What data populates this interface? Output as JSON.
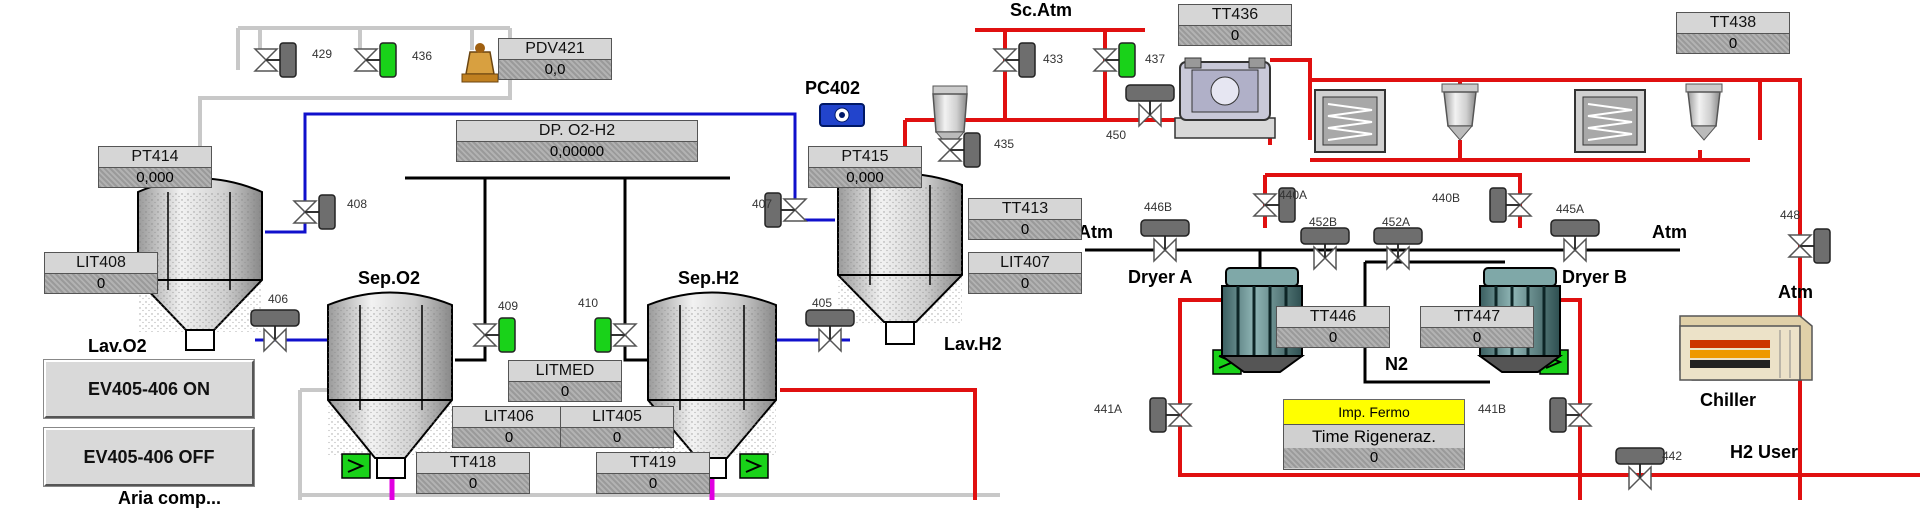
{
  "labels": {
    "sc_atm": "Sc.Atm",
    "pc402": "PC402",
    "sep_o2": "Sep.O2",
    "sep_h2": "Sep.H2",
    "lav_o2": "Lav.O2",
    "lav_h2": "Lav.H2",
    "atm_left": "Atm",
    "atm_right": "Atm",
    "atm_far": "Atm",
    "dryer_a": "Dryer A",
    "dryer_b": "Dryer B",
    "n2": "N2",
    "chiller": "Chiller",
    "h2_user": "H2 User",
    "air_partial": "Aria comp..."
  },
  "valves": {
    "v429": "429",
    "v436": "436",
    "v433": "433",
    "v437": "437",
    "v450": "450",
    "v435": "435",
    "v408": "408",
    "v407": "407",
    "v406": "406",
    "v405": "405",
    "v409": "409",
    "v410": "410",
    "v446b": "446B",
    "v445a": "445A",
    "v452b": "452B",
    "v452a": "452A",
    "v440a": "440A",
    "v440b": "440B",
    "v448": "448",
    "v441a": "441A",
    "v441b": "441B",
    "v442": "442"
  },
  "displays": {
    "pdv421": {
      "name": "PDV421",
      "value": "0,0"
    },
    "tt436": {
      "name": "TT436",
      "value": "0"
    },
    "tt438": {
      "name": "TT438",
      "value": "0"
    },
    "pt414": {
      "name": "PT414",
      "value": "0,000"
    },
    "pt415": {
      "name": "PT415",
      "value": "0,000"
    },
    "dp_o2_h2": {
      "name": "DP. O2-H2",
      "value": "0,00000"
    },
    "tt413": {
      "name": "TT413",
      "value": "0"
    },
    "lit407": {
      "name": "LIT407",
      "value": "0"
    },
    "lit408": {
      "name": "LIT408",
      "value": "0"
    },
    "litmed": {
      "name": "LITMED",
      "value": "0"
    },
    "lit406": {
      "name": "LIT406",
      "value": "0"
    },
    "lit405": {
      "name": "LIT405",
      "value": "0"
    },
    "tt418": {
      "name": "TT418",
      "value": "0"
    },
    "tt419": {
      "name": "TT419",
      "value": "0"
    },
    "tt446": {
      "name": "TT446",
      "value": "0"
    },
    "tt447": {
      "name": "TT447",
      "value": "0"
    }
  },
  "buttons": {
    "ev_on": "EV405-406 ON",
    "ev_off": "EV405-406 OFF"
  },
  "regen": {
    "imp_fermo": "Imp. Fermo",
    "time_name": "Time Rigeneraz.",
    "time_value": "0"
  },
  "colors": {
    "pipe_blue": "#1010cc",
    "pipe_red": "#e01010",
    "pipe_grey": "#c8c8c8",
    "pipe_black": "#000000",
    "pipe_magenta": "#e000e0",
    "indicator_green": "#19d219",
    "indicator_grey": "#6e6e6e"
  }
}
